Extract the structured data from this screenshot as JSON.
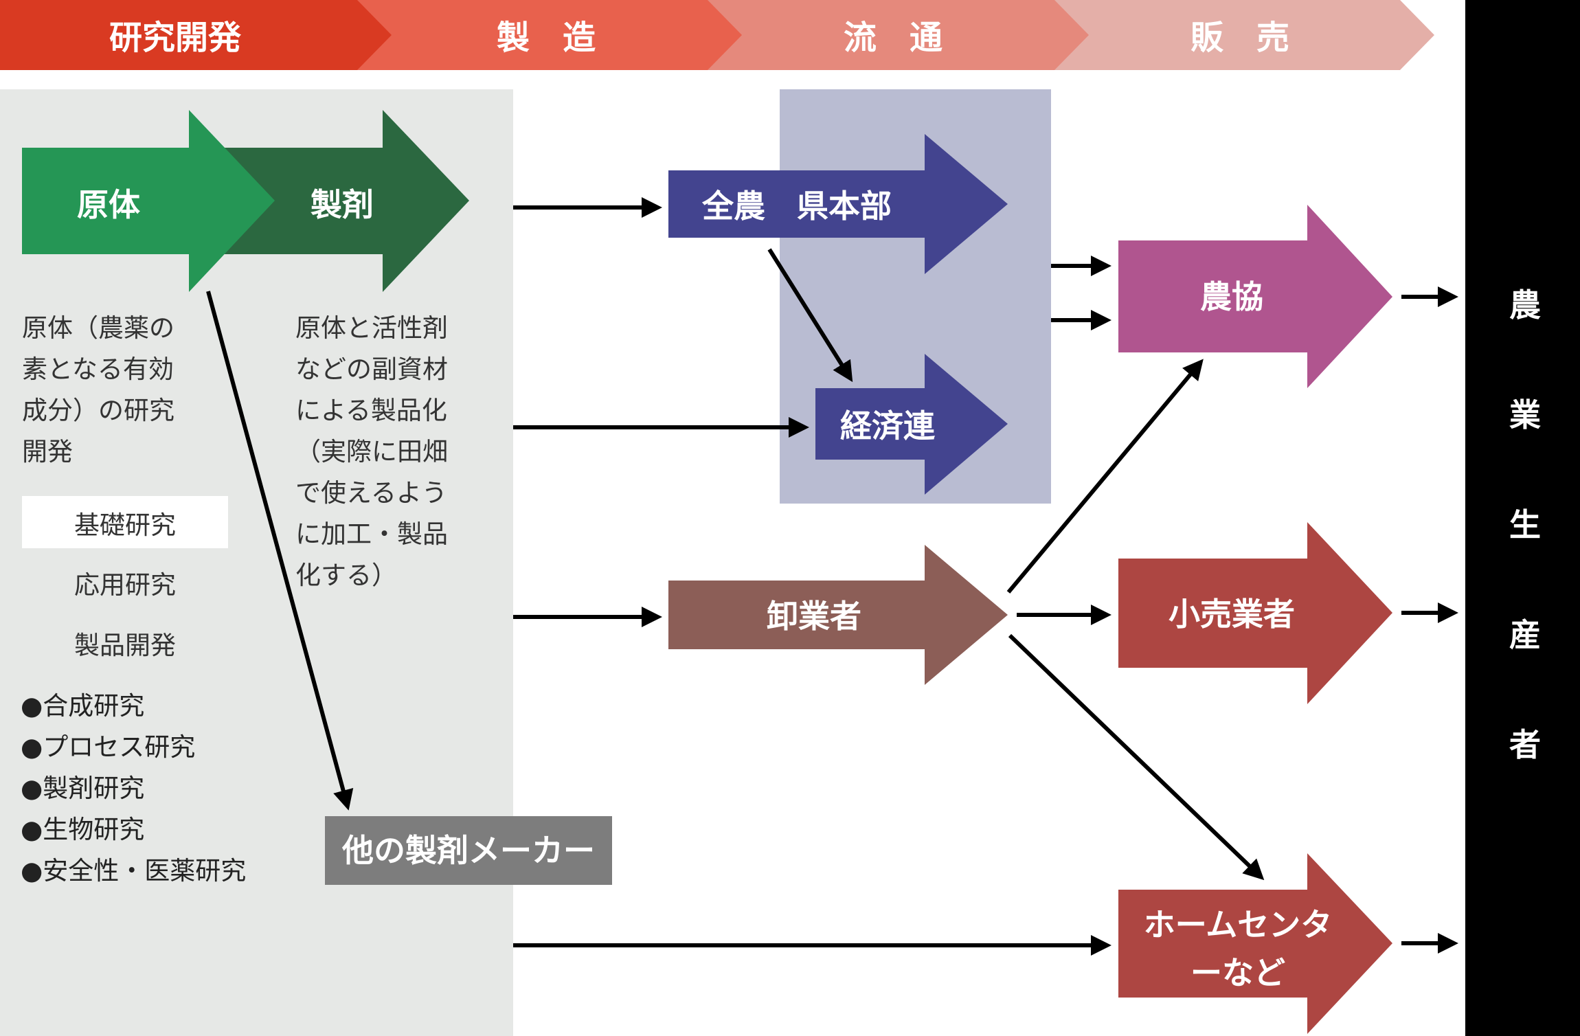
{
  "stages": [
    {
      "label": "研究開発",
      "color": "#d93a22"
    },
    {
      "label": "製　造",
      "color": "#e8614d"
    },
    {
      "label": "流　通",
      "color": "#e5897c"
    },
    {
      "label": "販　売",
      "color": "#e4afa8"
    }
  ],
  "colors": {
    "rd_bg": "#e6e8e6",
    "distribution_bg": "#b9bcd2",
    "genntai": "#259655",
    "seizai": "#2b6840",
    "zennoh": "#43448f",
    "keizairen": "#43448f",
    "noukyou": "#b0558f",
    "oroshi": "#8c5e57",
    "kouri": "#ad4642",
    "homecenter": "#ad4642",
    "other_maker": "#7d7d7d",
    "farmer_bg": "#000000",
    "arrow_line": "#000000"
  },
  "nodes": {
    "genntai": "原体",
    "seizai": "製剤",
    "zennoh": "全農　県本部",
    "keizairen": "経済連",
    "noukyou": "農協",
    "oroshi": "卸業者",
    "kouri": "小売業者",
    "homecenter_line1": "ホームセンタ",
    "homecenter_line2": "ーなど",
    "other_maker": "他の製剤メーカー"
  },
  "descriptions": {
    "genntai": [
      "原体（農薬の",
      "素となる有効",
      "成分）の研究",
      "開発"
    ],
    "seizai": [
      "原体と活性剤",
      "などの副資材",
      "による製品化",
      "（実際に田畑",
      "で使えるよう",
      "に加工・製品",
      "化する）"
    ]
  },
  "research_stages": [
    "基礎研究",
    "応用研究",
    "製品開発"
  ],
  "research_items": [
    "●合成研究",
    "●プロセス研究",
    "●製剤研究",
    "●生物研究",
    "●安全性・医薬研究"
  ],
  "farmer": [
    "農",
    "業",
    "生",
    "産",
    "者"
  ]
}
